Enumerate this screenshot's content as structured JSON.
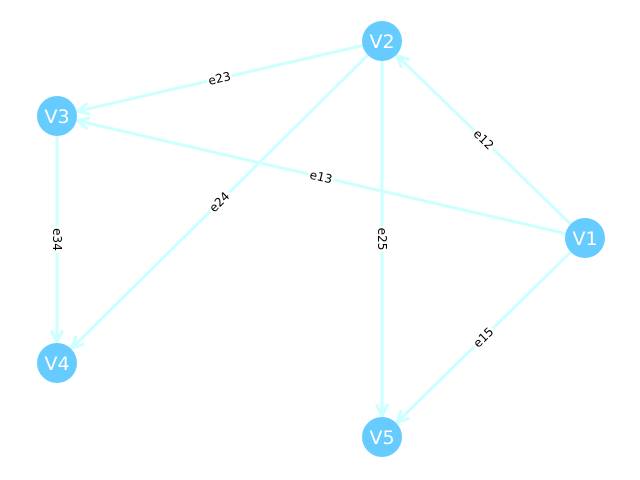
{
  "colors": {
    "node": "#66ccff",
    "edge": "#ccffff",
    "node_text": "#ffffff",
    "edge_text": "#000000"
  },
  "nodes": [
    {
      "id": "V1",
      "label": "V1"
    },
    {
      "id": "V2",
      "label": "V2"
    },
    {
      "id": "V3",
      "label": "V3"
    },
    {
      "id": "V4",
      "label": "V4"
    },
    {
      "id": "V5",
      "label": "V5"
    }
  ],
  "edges": [
    {
      "from": "V1",
      "to": "V2",
      "label": "e12"
    },
    {
      "from": "V1",
      "to": "V3",
      "label": "e13"
    },
    {
      "from": "V1",
      "to": "V5",
      "label": "e15"
    },
    {
      "from": "V2",
      "to": "V3",
      "label": "e23"
    },
    {
      "from": "V2",
      "to": "V4",
      "label": "e24"
    },
    {
      "from": "V2",
      "to": "V5",
      "label": "e25"
    },
    {
      "from": "V3",
      "to": "V4",
      "label": "e34"
    }
  ]
}
